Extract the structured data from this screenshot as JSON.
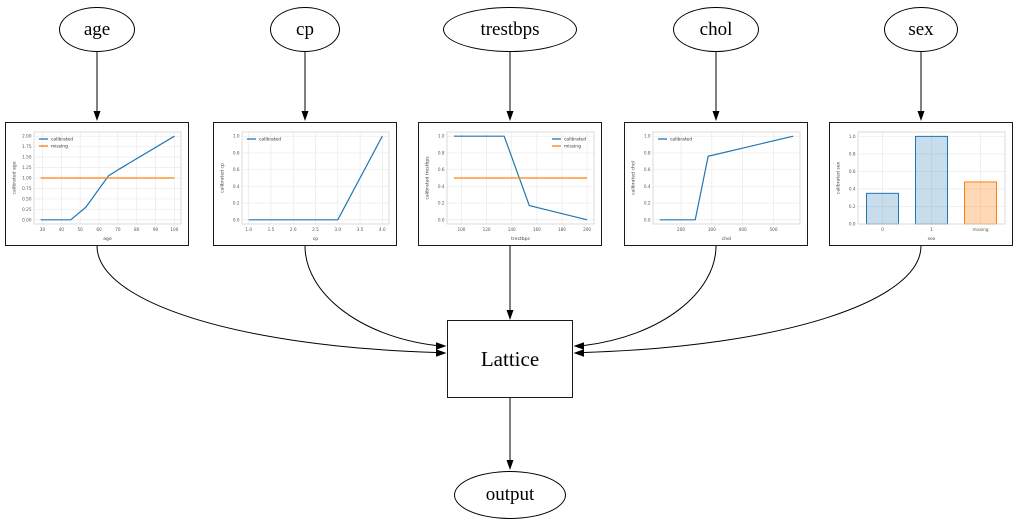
{
  "diagram": {
    "nodes": {
      "age": {
        "label": "age"
      },
      "cp": {
        "label": "cp"
      },
      "trestbps": {
        "label": "trestbps"
      },
      "chol": {
        "label": "chol"
      },
      "sex": {
        "label": "sex"
      },
      "lattice": {
        "label": "Lattice"
      },
      "output": {
        "label": "output"
      }
    },
    "edges": [
      {
        "from": "age",
        "to": "age-calibrator"
      },
      {
        "from": "cp",
        "to": "cp-calibrator"
      },
      {
        "from": "trestbps",
        "to": "trestbps-calibrator"
      },
      {
        "from": "chol",
        "to": "chol-calibrator"
      },
      {
        "from": "sex",
        "to": "sex-calibrator"
      },
      {
        "from": "age-calibrator",
        "to": "lattice"
      },
      {
        "from": "cp-calibrator",
        "to": "lattice"
      },
      {
        "from": "trestbps-calibrator",
        "to": "lattice"
      },
      {
        "from": "chol-calibrator",
        "to": "lattice"
      },
      {
        "from": "sex-calibrator",
        "to": "lattice"
      },
      {
        "from": "lattice",
        "to": "output"
      }
    ]
  },
  "colors": {
    "calibrated_line": "#1f77b4",
    "missing_line": "#ff7f0e",
    "grid": "#e7e7e7",
    "spine": "#cccccc",
    "tick_text": "#555555",
    "axis_text": "#444444"
  },
  "chart_data": [
    {
      "id": "age",
      "type": "line",
      "xlabel": "age",
      "ylabel": "calibrated age",
      "xlim": [
        25.5,
        103.5
      ],
      "ylim": [
        -0.1,
        2.1
      ],
      "xticks": {
        "values": [
          30,
          40,
          50,
          60,
          70,
          80,
          90,
          100
        ],
        "labels": [
          "30",
          "40",
          "50",
          "60",
          "70",
          "80",
          "90",
          "100"
        ]
      },
      "yticks": {
        "values": [
          0,
          0.25,
          0.5,
          0.75,
          1.0,
          1.25,
          1.5,
          1.75,
          2.0
        ],
        "labels": [
          "0.00",
          "0.25",
          "0.50",
          "0.75",
          "1.00",
          "1.25",
          "1.50",
          "1.75",
          "2.00"
        ]
      },
      "legend": {
        "position": "top-left",
        "entries": [
          {
            "label": "calibrated",
            "color": "#1f77b4"
          },
          {
            "label": "missing",
            "color": "#ff7f0e"
          }
        ]
      },
      "series": [
        {
          "name": "calibrated",
          "color": "#1f77b4",
          "points": [
            [
              29,
              0
            ],
            [
              45,
              0
            ],
            [
              53,
              0.3
            ],
            [
              65,
              1.05
            ],
            [
              71,
              1.22
            ],
            [
              100,
              2.0
            ]
          ]
        },
        {
          "name": "missing",
          "color": "#ff7f0e",
          "points": [
            [
              29,
              1.0
            ],
            [
              100,
              1.0
            ]
          ]
        }
      ]
    },
    {
      "id": "cp",
      "type": "line",
      "xlabel": "cp",
      "ylabel": "calibrated cp",
      "xlim": [
        0.85,
        4.15
      ],
      "ylim": [
        -0.05,
        1.05
      ],
      "xticks": {
        "values": [
          1.0,
          1.5,
          2.0,
          2.5,
          3.0,
          3.5,
          4.0
        ],
        "labels": [
          "1.0",
          "1.5",
          "2.0",
          "2.5",
          "3.0",
          "3.5",
          "4.0"
        ]
      },
      "yticks": {
        "values": [
          0,
          0.2,
          0.4,
          0.6,
          0.8,
          1.0
        ],
        "labels": [
          "0.0",
          "0.2",
          "0.4",
          "0.6",
          "0.8",
          "1.0"
        ]
      },
      "legend": {
        "position": "top-left",
        "entries": [
          {
            "label": "calibrated",
            "color": "#1f77b4"
          }
        ]
      },
      "series": [
        {
          "name": "calibrated",
          "color": "#1f77b4",
          "points": [
            [
              1,
              0
            ],
            [
              3,
              0
            ],
            [
              4,
              1.0
            ]
          ]
        }
      ]
    },
    {
      "id": "trestbps",
      "type": "line",
      "xlabel": "trestbps",
      "ylabel": "calibrated trestbps",
      "xlim": [
        88.5,
        205.5
      ],
      "ylim": [
        -0.05,
        1.05
      ],
      "xticks": {
        "values": [
          100,
          120,
          140,
          160,
          180,
          200
        ],
        "labels": [
          "100",
          "120",
          "140",
          "160",
          "180",
          "200"
        ]
      },
      "yticks": {
        "values": [
          0,
          0.2,
          0.4,
          0.6,
          0.8,
          1.0
        ],
        "labels": [
          "0.0",
          "0.2",
          "0.4",
          "0.6",
          "0.8",
          "1.0"
        ]
      },
      "legend": {
        "position": "top-right",
        "entries": [
          {
            "label": "calibrated",
            "color": "#1f77b4"
          },
          {
            "label": "missing",
            "color": "#ff7f0e"
          }
        ]
      },
      "series": [
        {
          "name": "calibrated",
          "color": "#1f77b4",
          "points": [
            [
              94,
              1.0
            ],
            [
              134,
              1.0
            ],
            [
              154,
              0.17
            ],
            [
              200,
              0
            ]
          ]
        },
        {
          "name": "missing",
          "color": "#ff7f0e",
          "points": [
            [
              94,
              0.5
            ],
            [
              200,
              0.5
            ]
          ]
        }
      ]
    },
    {
      "id": "chol",
      "type": "line",
      "xlabel": "chol",
      "ylabel": "calibrated chol",
      "xlim": [
        109,
        586
      ],
      "ylim": [
        -0.05,
        1.05
      ],
      "xticks": {
        "values": [
          200,
          300,
          400,
          500
        ],
        "labels": [
          "200",
          "300",
          "400",
          "500"
        ]
      },
      "yticks": {
        "values": [
          0,
          0.2,
          0.4,
          0.6,
          0.8,
          1.0
        ],
        "labels": [
          "0.0",
          "0.2",
          "0.4",
          "0.6",
          "0.8",
          "1.0"
        ]
      },
      "legend": {
        "position": "top-left",
        "entries": [
          {
            "label": "calibrated",
            "color": "#1f77b4"
          }
        ]
      },
      "series": [
        {
          "name": "calibrated",
          "color": "#1f77b4",
          "points": [
            [
              131,
              0
            ],
            [
              246,
              0
            ],
            [
              288,
              0.76
            ],
            [
              564,
              1.0
            ]
          ]
        }
      ]
    },
    {
      "id": "sex",
      "type": "bar",
      "xlabel": "sex",
      "ylabel": "calibrated sex",
      "categories": [
        "0",
        "1",
        "missing"
      ],
      "values": [
        0.35,
        1.0,
        0.48
      ],
      "ylim": [
        0,
        1.05
      ],
      "yticks": {
        "values": [
          0,
          0.2,
          0.4,
          0.6,
          0.8,
          1.0
        ],
        "labels": [
          "0.0",
          "0.2",
          "0.4",
          "0.6",
          "0.8",
          "1.0"
        ]
      },
      "bar_styles": [
        {
          "fill": "rgba(31,119,180,0.25)",
          "stroke": "#1f77b4"
        },
        {
          "fill": "rgba(31,119,180,0.25)",
          "stroke": "#1f77b4"
        },
        {
          "fill": "rgba(255,127,14,0.30)",
          "stroke": "#ff7f0e"
        }
      ]
    }
  ]
}
